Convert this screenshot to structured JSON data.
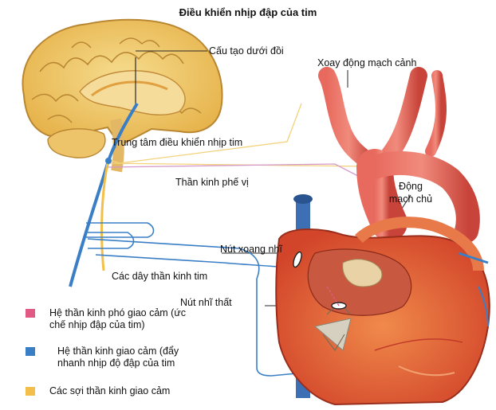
{
  "title": "Điều khiển nhịp đập của tim",
  "labels": {
    "hypothalamus": "Cấu tạo dưới đồi",
    "carotid": "Xoay động mạch cảnh",
    "center": "Trung tâm điều khiển nhịp tim",
    "vagus": "Thần kinh phế vị",
    "aorta_line1": "Động",
    "aorta_line2": "mạch chủ",
    "sinoatrial": "Nút xoang nhĩ",
    "cardiac_nerves": "Các dây thần kinh tim",
    "av_node": "Nút nhĩ thất"
  },
  "legend": [
    {
      "color": "#e05a84",
      "line1": "Hệ thần kinh phó giao cảm (ức",
      "line2": "chế  nhịp đập của tim)"
    },
    {
      "color": "#3a7fc6",
      "line1": "Hệ  thần  kinh  giao  cảm  (đẩy",
      "line2": "nhanh nhịp độ đập của tim"
    },
    {
      "color": "#f2c04a",
      "line1": "Các sợi thần kinh giao cảm",
      "line2": ""
    }
  ]
}
